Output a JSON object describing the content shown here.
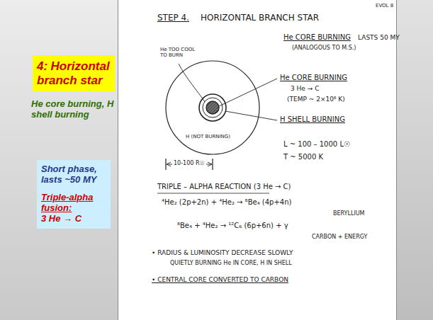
{
  "diagram": {
    "nodes": [
      {
        "text": [
          "4:",
          "Horizontal branch star"
        ]
      },
      {
        "text": [
          "Short phase, lasts ~50 MY",
          "Triple-alpha fusion:",
          "3 He → C"
        ]
      }
    ],
    "labels": [
      "EVOL 8",
      "STEP 4.",
      "HORIZONTAL BRANCH STAR",
      "He CORE BURNING",
      "LASTS 50 MY",
      "(ANALOGOUS TO M.S.)",
      "He TOO COOL TO BURN",
      "He CORE BURNING",
      "3 He → C",
      "(TEMP ~ 2×10⁸ K)",
      "H SHELL BURNING",
      "H (NOT BURNING)",
      "10-100 R☉",
      "L ~ 100 – 1000 L☉",
      "T ~ 5000 K",
      "TRIPLE – ALPHA REACTION (3 He → C)",
      "⁴He₂ (2p+2n) + ⁴He₂ → ⁸Be₄ (4p+4n)",
      "BERYLLIUM",
      "⁸Be₄ + ⁴He₂ → ¹²C₆ (6p+6n) + γ",
      "CARBON + ENERGY",
      "• RADIUS & LUMINOSITY DECREASE SLOWLY",
      "QUIETLY BURNING He IN CORE, H IN SHELL",
      "• CENTRAL CORE CONVERTED TO CARBON",
      "He core burning, H shell burning"
    ]
  }
}
